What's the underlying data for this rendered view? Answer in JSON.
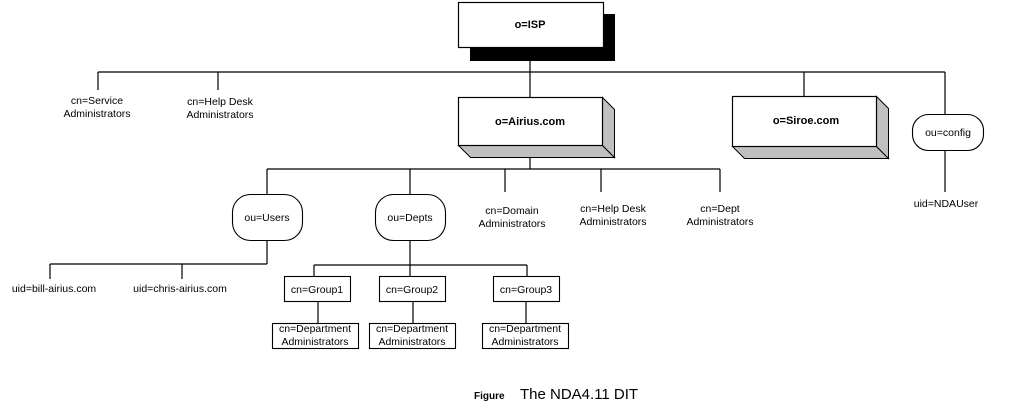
{
  "diagram": {
    "caption": {
      "prefix": "Figure",
      "title": "The NDA4.11 DIT"
    },
    "root": {
      "label": "o=ISP"
    },
    "level1": {
      "service_admins": [
        "cn=Service",
        "Administrators"
      ],
      "helpdesk_admins": [
        "cn=Help Desk",
        "Administrators"
      ],
      "airius": "o=Airius.com",
      "siroe": "o=Siroe.com",
      "config": "ou=config"
    },
    "config_children": {
      "nda_user": "uid=NDAUser"
    },
    "airius_children": {
      "users": "ou=Users",
      "depts": "ou=Depts",
      "domain_admins": [
        "cn=Domain",
        "Administrators"
      ],
      "helpdesk_admins": [
        "cn=Help Desk",
        "Administrators"
      ],
      "dept_admins": [
        "cn=Dept",
        "Administrators"
      ]
    },
    "users_children": {
      "bill": "uid=bill-airius.com",
      "chris": "uid=chris-airius.com"
    },
    "groups": [
      {
        "label": "cn=Group1",
        "child": [
          "cn=Department",
          "Administrators"
        ]
      },
      {
        "label": "cn=Group2",
        "child": [
          "cn=Department",
          "Administrators"
        ]
      },
      {
        "label": "cn=Group3",
        "child": [
          "cn=Department",
          "Administrators"
        ]
      }
    ],
    "colors": {
      "line": "#000000",
      "shadow_3d": "#c0c0c0",
      "root_shadow": "#000000",
      "background": "#ffffff"
    }
  }
}
